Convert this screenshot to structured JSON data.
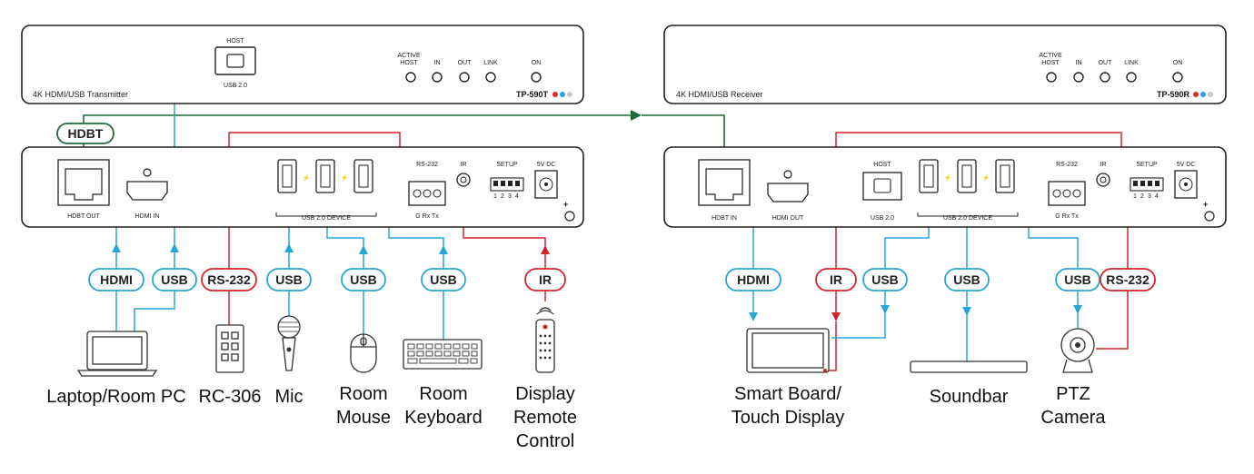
{
  "transmitter": {
    "name": "4K HDMI/USB Transmitter",
    "model": "TP-590T",
    "front": {
      "host_label": "HOST",
      "usb_label": "USB 2.0",
      "leds": [
        "ACTIVE HOST",
        "IN",
        "OUT",
        "LINK",
        "ON"
      ]
    },
    "rear": {
      "hdbt_out": "HDBT OUT",
      "hdmi_in": "HDMI IN",
      "usb_device": "USB 2.0 DEVICE",
      "rs232": "RS-232",
      "rs232_pins": "G  Rx  Tx",
      "ir": "IR",
      "setup": "SETUP",
      "dc": "5V DC"
    }
  },
  "receiver": {
    "name": "4K HDMI/USB Receiver",
    "model": "TP-590R",
    "front": {
      "leds": [
        "ACTIVE HOST",
        "IN",
        "OUT",
        "LINK",
        "ON"
      ]
    },
    "rear": {
      "hdbt_in": "HDBT IN",
      "hdmi_out": "HDMI OUT",
      "host": "HOST",
      "usb_label": "USB 2.0",
      "usb_device": "USB 2.0 DEVICE",
      "rs232": "RS-232",
      "rs232_pins": "G  Rx  Tx",
      "ir": "IR",
      "setup": "SETUP",
      "dc": "5V DC"
    }
  },
  "hdbt_label": "HDBT",
  "dip_numbers": [
    "1",
    "2",
    "3",
    "4"
  ],
  "tx_cables": [
    "HDMI",
    "USB",
    "RS-232",
    "USB",
    "USB",
    "USB",
    "IR"
  ],
  "rx_cables": [
    "HDMI",
    "IR",
    "USB",
    "USB",
    "USB",
    "RS-232"
  ],
  "devices": {
    "laptop": "Laptop/Room PC",
    "rc306": "RC-306",
    "mic": "Mic",
    "mouse": [
      "Room",
      "Mouse"
    ],
    "keyboard": [
      "Room",
      "Keyboard"
    ],
    "remote": [
      "Display",
      "Remote",
      "Control"
    ],
    "smartboard": [
      "Smart Board/",
      "Touch Display"
    ],
    "soundbar": "Soundbar",
    "camera": [
      "PTZ",
      "Camera"
    ]
  },
  "colors": {
    "usb": "#29a6d8",
    "serial_ir": "#d0262b",
    "hdbt": "#1f6a3b",
    "led_red": "#e02a2a",
    "led_blue": "#2aa0e0",
    "led_gray": "#c9c9c9"
  }
}
